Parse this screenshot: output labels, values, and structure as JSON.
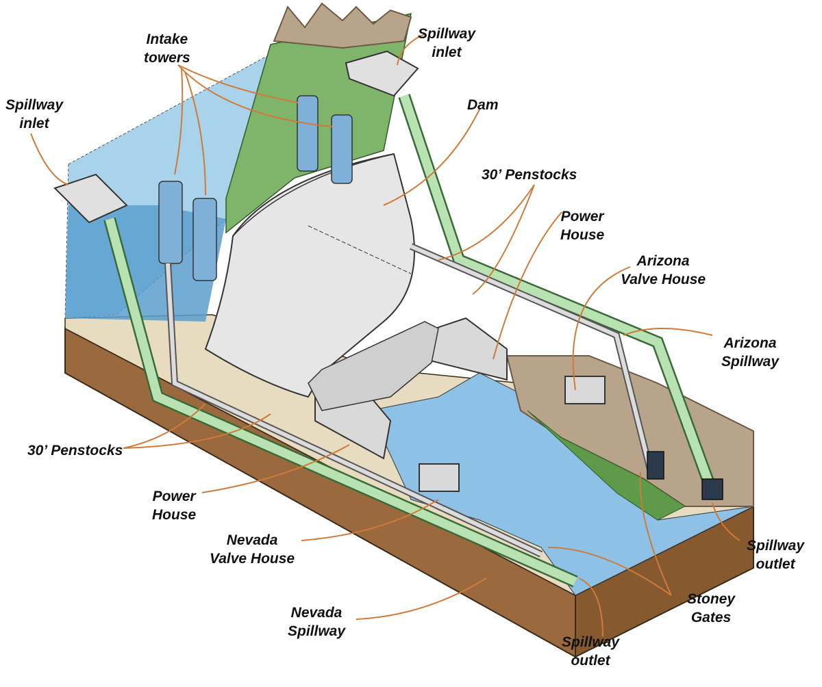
{
  "colors": {
    "background": "#ffffff",
    "water_upper": "#a9d3ea",
    "water_deep": "#5b9fcf",
    "river": "#8ec1e6",
    "cliff_green": "#7fb56a",
    "rock": "#b8a48a",
    "rock_dark": "#6e5a44",
    "ground_side": "#9a6a3e",
    "ground_top": "#e8dcc0",
    "dam": "#e6e6e6",
    "pipe_green": "#b9e2b2",
    "pipe_grey": "#dcdcdc",
    "leader_line": "#d07a3a"
  },
  "labels": {
    "intake_towers": [
      "Intake",
      "towers"
    ],
    "spillway_inlet_left": [
      "Spillway",
      "inlet"
    ],
    "spillway_inlet_top": [
      "Spillway",
      "inlet"
    ],
    "dam": [
      "Dam"
    ],
    "penstocks_right": [
      "30’ Penstocks"
    ],
    "power_house_right": [
      "Power",
      "House"
    ],
    "arizona_valve_house": [
      "Arizona",
      "Valve House"
    ],
    "arizona_spillway": [
      "Arizona",
      "Spillway"
    ],
    "penstocks_left": [
      "30’ Penstocks"
    ],
    "power_house_left": [
      "Power",
      "House"
    ],
    "nevada_valve_house": [
      "Nevada",
      "Valve House"
    ],
    "nevada_spillway": [
      "Nevada",
      "Spillway"
    ],
    "spillway_outlet_right": [
      "Spillway",
      "outlet"
    ],
    "stoney_gates": [
      "Stoney",
      "Gates"
    ],
    "spillway_outlet_bottom": [
      "Spillway",
      "outlet"
    ]
  }
}
